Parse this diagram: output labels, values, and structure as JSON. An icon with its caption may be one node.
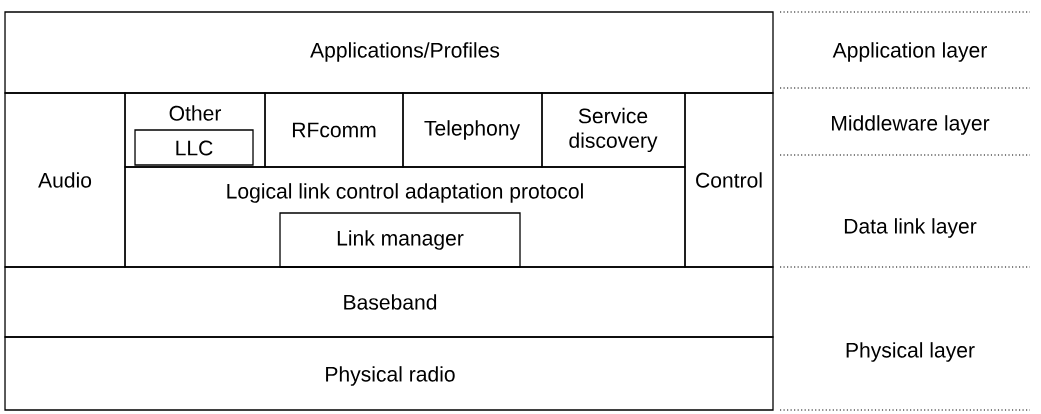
{
  "diagram": {
    "nodes": [
      {
        "text": [
          "Applications/Profiles"
        ]
      },
      {
        "text": [
          "Audio"
        ]
      },
      {
        "text": [
          "Other"
        ]
      },
      {
        "text": [
          "LLC"
        ],
        "in": 2
      },
      {
        "text": [
          "RFcomm"
        ]
      },
      {
        "text": [
          "Telephony"
        ]
      },
      {
        "text": [
          "Service discovery"
        ]
      },
      {
        "text": [
          "Control"
        ]
      },
      {
        "text": [
          "Logical link control adaptation protocol"
        ]
      },
      {
        "text": [
          "Link manager"
        ],
        "in": 8
      },
      {
        "text": [
          "Baseband"
        ]
      },
      {
        "text": [
          "Physical radio"
        ]
      }
    ],
    "labels": [
      "Application layer",
      "Middleware layer",
      "Data link layer",
      "Physical layer"
    ]
  }
}
